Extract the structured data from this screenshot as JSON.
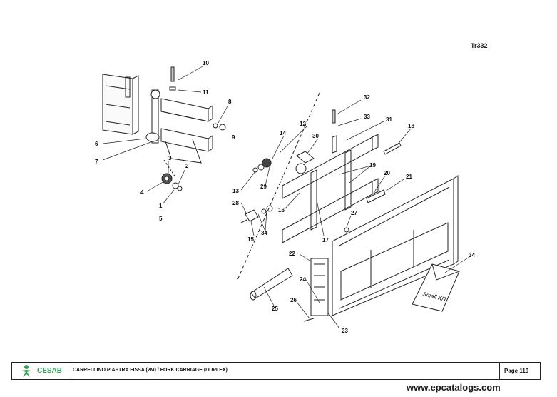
{
  "drawing_code": "Tr332",
  "part_labels": [
    "10",
    "11",
    "8",
    "9",
    "6",
    "7",
    "3",
    "2",
    "4",
    "1",
    "5",
    "32",
    "33",
    "31",
    "18",
    "12",
    "14",
    "30",
    "13",
    "29",
    "28",
    "19",
    "20",
    "21",
    "16",
    "27",
    "34",
    "15",
    "17",
    "22",
    "24",
    "25",
    "26",
    "23",
    "34"
  ],
  "kit_note": "Small KIT",
  "footer": {
    "brand": "CESAB",
    "title": "CARRELLINO PIASTRA FISSA (2M) / FORK CARRIAGE (DUPLEX)",
    "page": "Page 119"
  },
  "watermark": "www.epcatalogs.com"
}
